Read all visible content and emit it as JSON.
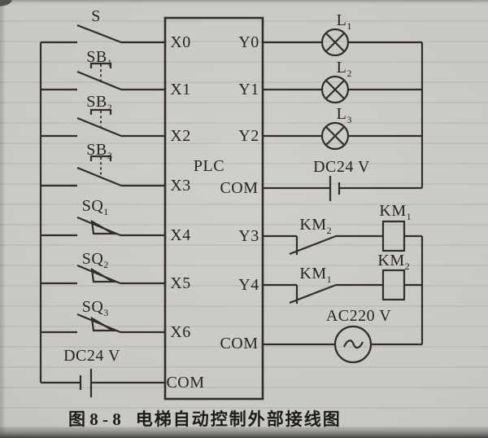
{
  "figure": {
    "number": "图 8 - 8",
    "title": "电梯自动控制外部接线图"
  },
  "plc": {
    "label": "PLC",
    "left_pins": [
      "X0",
      "X1",
      "X2",
      "X3",
      "X4",
      "X5",
      "X6",
      "COM"
    ],
    "right_pins": [
      "Y0",
      "Y1",
      "Y2",
      "COM",
      "Y3",
      "Y4",
      "COM"
    ]
  },
  "input_devices": {
    "master_switch_label": "S",
    "pushbuttons": [
      {
        "base": "SB",
        "sub": "1"
      },
      {
        "base": "SB",
        "sub": "2"
      },
      {
        "base": "SB",
        "sub": "3"
      }
    ],
    "limit_switches": [
      {
        "base": "SQ",
        "sub": "1"
      },
      {
        "base": "SQ",
        "sub": "2"
      },
      {
        "base": "SQ",
        "sub": "3"
      }
    ],
    "power_label": "DC24 V"
  },
  "output_devices": {
    "lamps": [
      {
        "base": "L",
        "sub": "1"
      },
      {
        "base": "L",
        "sub": "2"
      },
      {
        "base": "L",
        "sub": "3"
      }
    ],
    "dc_power_label": "DC24 V",
    "contacts": [
      {
        "base": "KM",
        "sub": "2"
      },
      {
        "base": "KM",
        "sub": "1"
      }
    ],
    "coils": [
      {
        "base": "KM",
        "sub": "1"
      },
      {
        "base": "KM",
        "sub": "2"
      }
    ],
    "ac_power_label": "AC220 V"
  },
  "symbols": {
    "lamp": "circle-with-cross",
    "battery": "long-short-plate-cell",
    "ac_source": "circle-with-sine-wave",
    "pushbutton": "blade-with-dashed-operator",
    "limit_switch": "blade-with-roller-triangle",
    "nc_contact": "blade-over-tick",
    "coil": "rectangle-coil"
  },
  "colors": {
    "ink": "#302e2a",
    "paper": "#c9c7c3"
  }
}
